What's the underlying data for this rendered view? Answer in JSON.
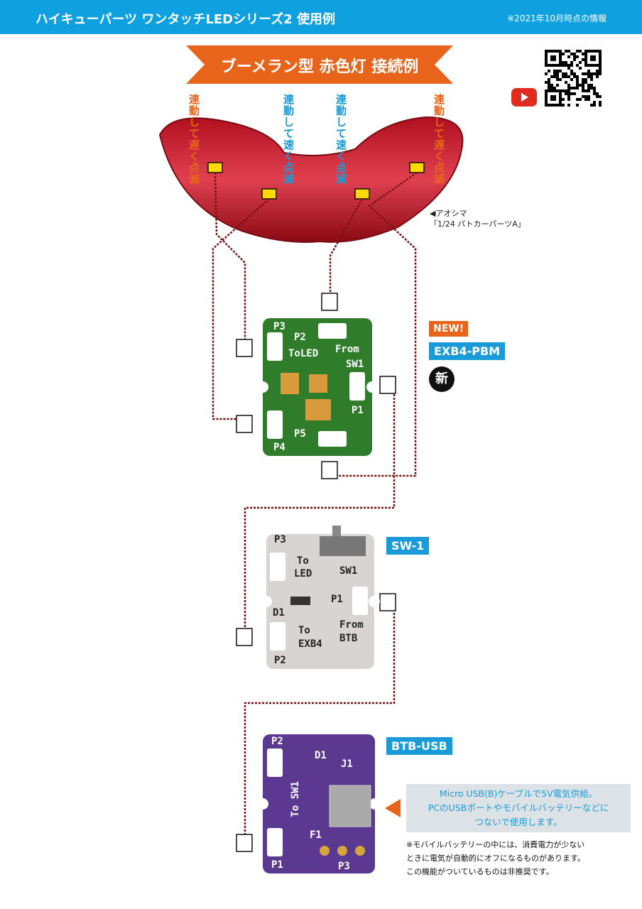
{
  "header": {
    "title": "ハイキューパーツ ワンタッチLEDシリーズ2 使用例",
    "note": "※2021年10月時点の情報"
  },
  "banner": {
    "title": "ブーメラン型 赤色灯 接続例"
  },
  "led_labels": {
    "slow": "連動して遅く点滅",
    "fast": "連動して速く点滅"
  },
  "caption": {
    "line1": "◀アオシマ",
    "line2": "「1/24 パトカーパーツA」"
  },
  "icons": {
    "youtube": "youtube-icon",
    "qr": "qr-code"
  },
  "colors": {
    "header": "#0ea0df",
    "accent": "#e8641b",
    "green_board": "#2f7d2a",
    "gray_board": "#d8d4d4",
    "purple_board": "#5b3990"
  },
  "boards": {
    "exb4": {
      "new": "NEW!",
      "name": "EXB4-PBM",
      "badge": "新",
      "labels": [
        "P3",
        "P2",
        "ToLED",
        "From",
        "SW1",
        "P1",
        "P5",
        "P4"
      ]
    },
    "sw1": {
      "name": "SW-1",
      "labels": [
        "P3",
        "To",
        "LED",
        "SW1",
        "P1",
        "From",
        "BTB",
        "D1",
        "To",
        "EXB4",
        "P2"
      ]
    },
    "btb": {
      "name": "BTB-USB",
      "labels": [
        "P2",
        "D1",
        "J1",
        "To SW1",
        "F1",
        "P1",
        "P3"
      ]
    }
  },
  "usb_note": {
    "line1": "Micro USB(B)ケーブルで5V電気供給。",
    "line2": "PCのUSBポートやモバイルバッテリーなどに",
    "line3": "つないで使用します。"
  },
  "warning": {
    "line1": "※モバイルバッテリーの中には、消費電力が少ない",
    "line2": "ときに電気が自動的にオフになるものがあります。",
    "line3": "この機能がついているものは非推奨です。"
  }
}
